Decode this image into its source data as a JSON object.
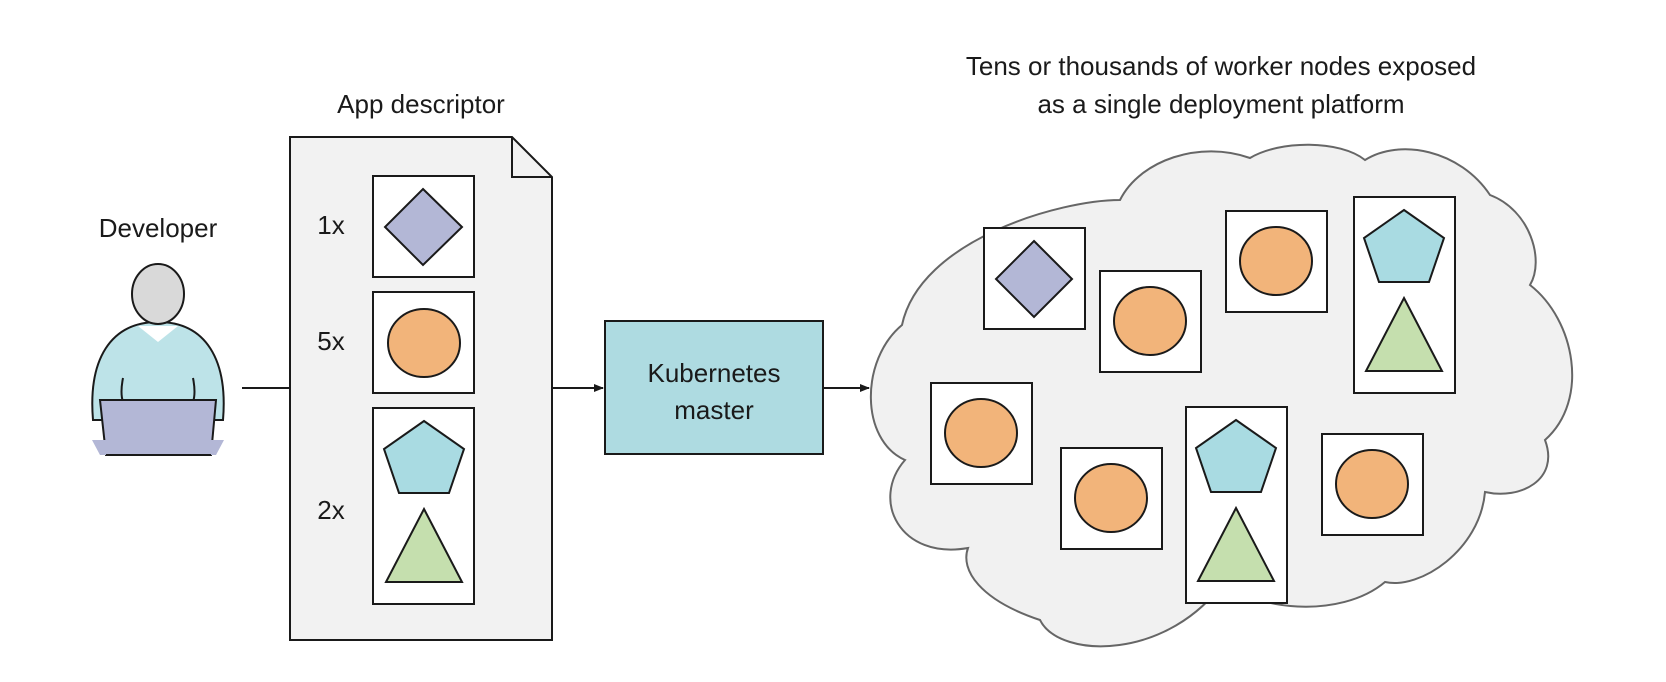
{
  "labels": {
    "developer": "Developer",
    "app_descriptor": "App descriptor",
    "cluster_line1": "Tens or thousands of worker nodes exposed",
    "cluster_line2": "as a single deployment platform",
    "master_line1": "Kubernetes",
    "master_line2": "master"
  },
  "descriptor_rows": [
    {
      "count": "1x",
      "shapes": [
        "diamond"
      ]
    },
    {
      "count": "5x",
      "shapes": [
        "circle"
      ]
    },
    {
      "count": "2x",
      "shapes": [
        "pentagon",
        "triangle"
      ]
    }
  ],
  "colors": {
    "diamond": "#b3b7d6",
    "circle": "#f2b47a",
    "pentagon": "#a9dbe2",
    "triangle": "#c5dfae",
    "master_box": "#aedbe1",
    "document_fill": "#f2f2f2",
    "cloud_fill": "#f1f1f1",
    "developer_body": "#bde3e8",
    "developer_head": "#d9d9d9",
    "laptop": "#b3b7d6"
  }
}
